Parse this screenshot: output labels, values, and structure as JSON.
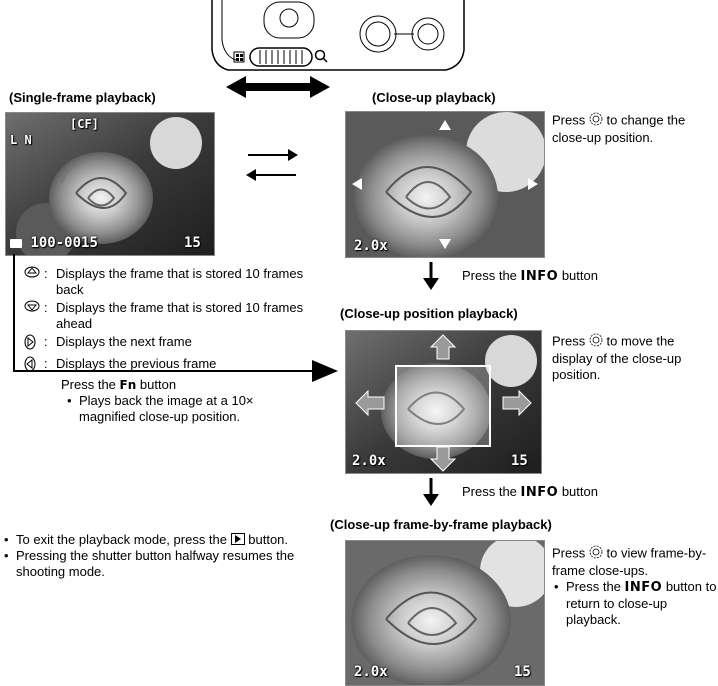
{
  "headers": {
    "single": "(Single-frame playback)",
    "closeup": "(Close-up playback)",
    "closeup_position": "(Close-up position playback)",
    "closeup_frame": "(Close-up frame-by-frame playback)"
  },
  "single_screen": {
    "card": "[CF]",
    "quality": "L N",
    "file_no": "100-0015",
    "frame": "15"
  },
  "closeup_screen": {
    "zoom": "2.0x"
  },
  "position_screen": {
    "zoom": "2.0x",
    "frame": "15"
  },
  "frame_screen": {
    "zoom": "2.0x",
    "frame": "15"
  },
  "closeup_text": {
    "pre": "Press",
    "post": "to change the close-up position."
  },
  "step1": {
    "pre": "Press the",
    "btn": "INFO",
    "post": "button"
  },
  "step2": {
    "pre": "Press the",
    "btn": "INFO",
    "post": "button"
  },
  "position_text": {
    "pre": "Press",
    "post": "to move the display of the close-up position."
  },
  "frame_text": {
    "pre": "Press",
    "post": "to view frame-by-frame close-ups.",
    "bullet_pre": "Press the",
    "bullet_btn": "INFO",
    "bullet_post": "button to return to close-up playback."
  },
  "legend": [
    {
      "icon": "up",
      "text": "Displays the frame that is stored 10 frames back"
    },
    {
      "icon": "down",
      "text": "Displays the frame that is stored 10 frames ahead"
    },
    {
      "icon": "right",
      "text": "Displays the next frame"
    },
    {
      "icon": "left",
      "text": "Displays the previous frame"
    }
  ],
  "fn_block": {
    "pre": "Press the",
    "btn": "Fn",
    "post": "button",
    "bullet": "Plays back the image at a 10× magnified close-up position."
  },
  "notes": {
    "exit_pre": "To exit the playback mode, press the",
    "exit_post": "button.",
    "shutter": "Pressing the shutter button halfway resumes the shooting mode."
  }
}
